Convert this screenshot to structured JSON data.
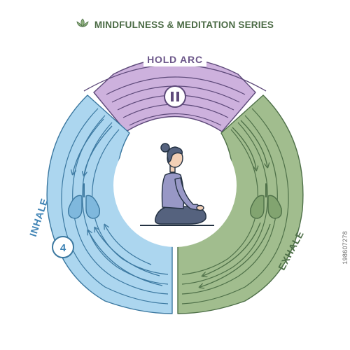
{
  "header": {
    "title": "MINDFULNESS & MEDITATION SERIES",
    "icon": "lotus-icon"
  },
  "segments": {
    "hold": {
      "label": "HOLD ARC",
      "icon": "pause-icon",
      "color": "#c8a8d8",
      "stroke": "#5e4a7a"
    },
    "inhale": {
      "label": "INHALE",
      "count": "4",
      "icon": "lungs-icon",
      "color": "#a9d4ee",
      "stroke": "#3b78a0"
    },
    "exhale": {
      "label": "EXHALE",
      "icon": "lungs-icon",
      "color": "#9db98a",
      "stroke": "#4e7048"
    }
  },
  "center": {
    "figure": "meditating-woman-illustration"
  },
  "colors": {
    "title_text": "#4a6a44",
    "accent_purple": "#6b5689",
    "accent_blue": "#3d82b4",
    "accent_green": "#4e7048",
    "outline": "#233142"
  },
  "watermark": {
    "id": "198607278"
  }
}
